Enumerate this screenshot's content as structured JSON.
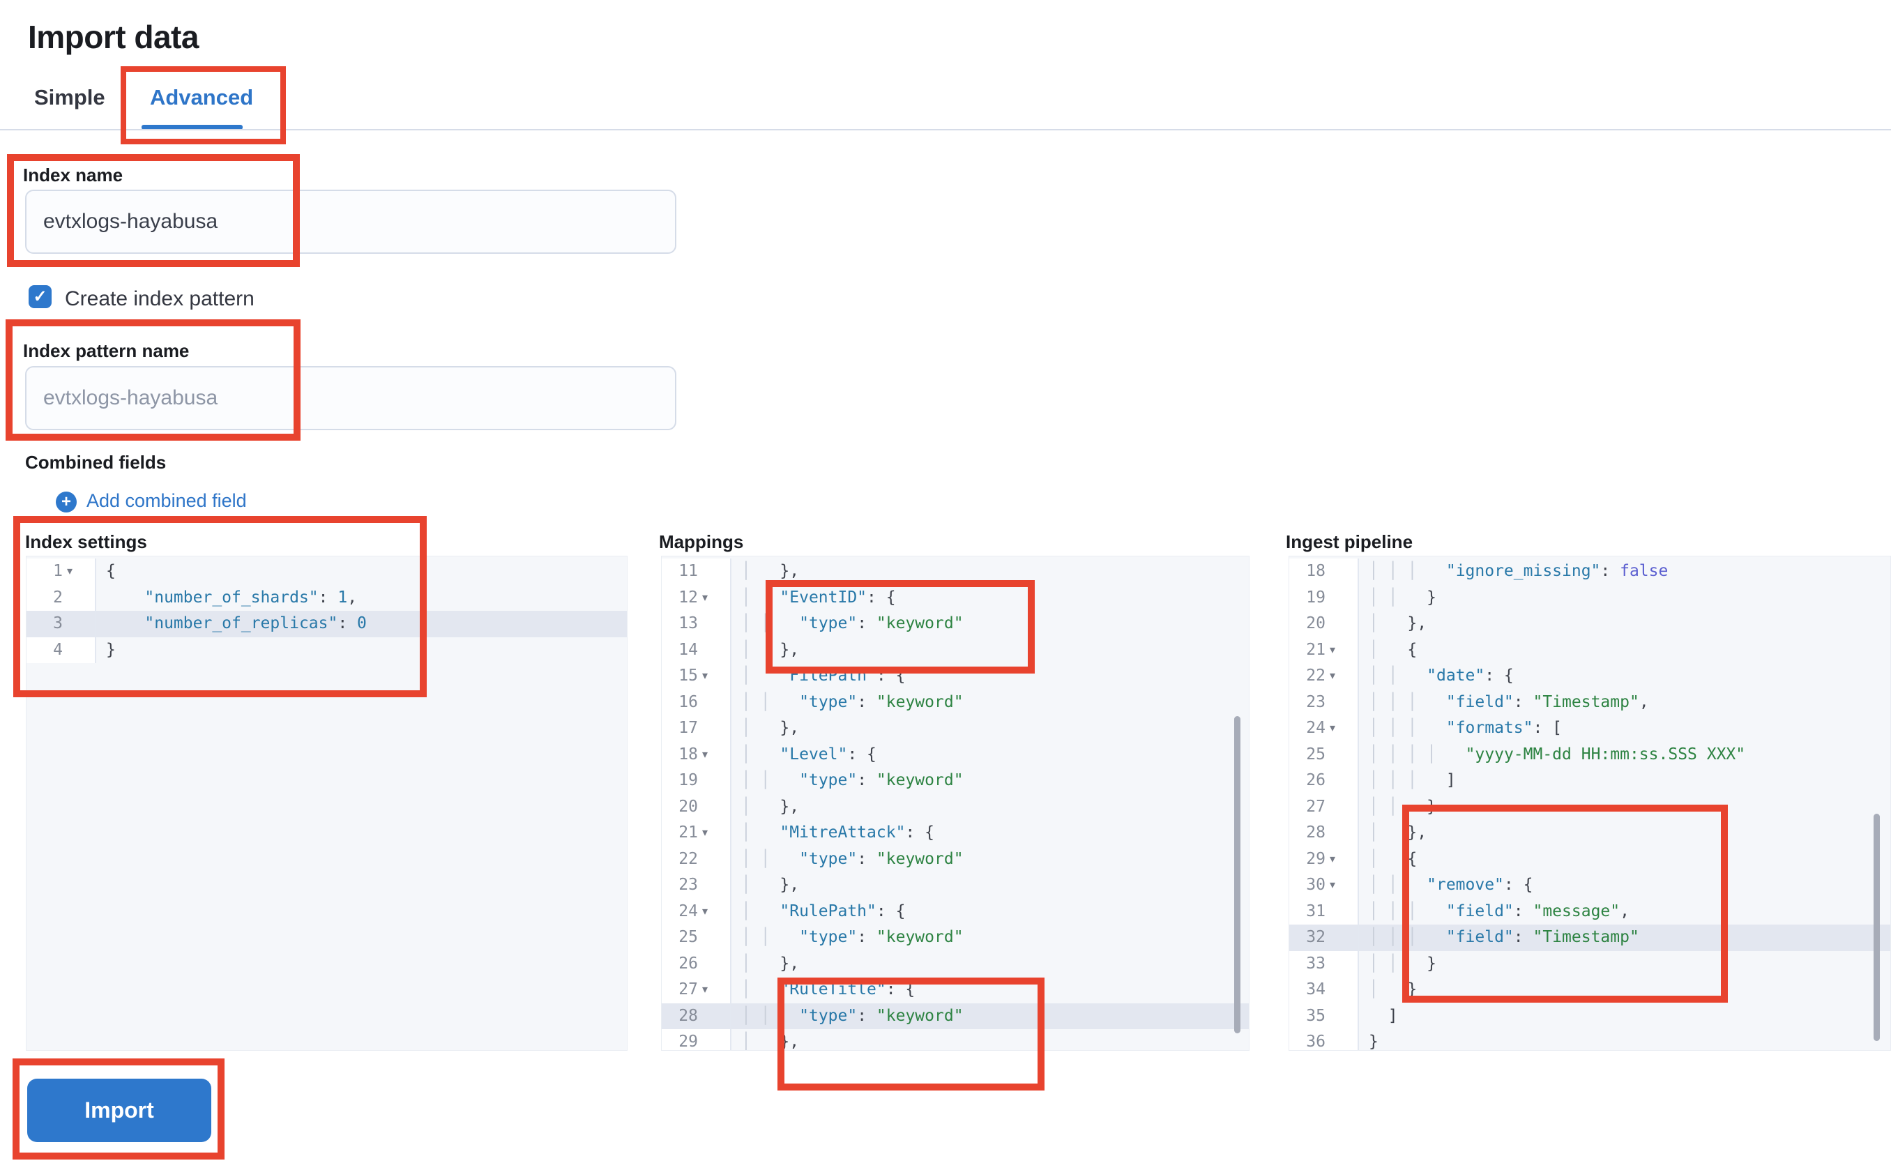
{
  "page": {
    "title": "Import data"
  },
  "tabs": {
    "items": [
      {
        "label": "Simple",
        "active": false
      },
      {
        "label": "Advanced",
        "active": true
      }
    ]
  },
  "form": {
    "index_name": {
      "label": "Index name",
      "value": "evtxlogs-hayabusa"
    },
    "create_index_pattern": {
      "label": "Create index pattern",
      "checked": true,
      "check_icon": "checkmark-icon"
    },
    "index_pattern_name": {
      "label": "Index pattern name",
      "placeholder": "evtxlogs-hayabusa"
    },
    "combined_fields": {
      "heading": "Combined fields",
      "add_link": "Add combined field",
      "add_icon": "plus-circle-icon"
    }
  },
  "editors": [
    {
      "label": "Index settings",
      "highlight_line": 3,
      "lines": [
        {
          "n": 1,
          "fold": true,
          "text": "{"
        },
        {
          "n": 2,
          "fold": false,
          "text": "    \"number_of_shards\": 1,"
        },
        {
          "n": 3,
          "fold": false,
          "text": "    \"number_of_replicas\": 0"
        },
        {
          "n": 4,
          "fold": false,
          "text": "}"
        }
      ]
    },
    {
      "label": "Mappings",
      "highlight_line": 28,
      "lines": [
        {
          "n": 11,
          "fold": false,
          "text": "│   },"
        },
        {
          "n": 12,
          "fold": true,
          "text": "│   \"EventID\": {"
        },
        {
          "n": 13,
          "fold": false,
          "text": "│ │   \"type\": \"keyword\""
        },
        {
          "n": 14,
          "fold": false,
          "text": "│   },"
        },
        {
          "n": 15,
          "fold": true,
          "text": "│   \"FilePath\": {"
        },
        {
          "n": 16,
          "fold": false,
          "text": "│ │   \"type\": \"keyword\""
        },
        {
          "n": 17,
          "fold": false,
          "text": "│   },"
        },
        {
          "n": 18,
          "fold": true,
          "text": "│   \"Level\": {"
        },
        {
          "n": 19,
          "fold": false,
          "text": "│ │   \"type\": \"keyword\""
        },
        {
          "n": 20,
          "fold": false,
          "text": "│   },"
        },
        {
          "n": 21,
          "fold": true,
          "text": "│   \"MitreAttack\": {"
        },
        {
          "n": 22,
          "fold": false,
          "text": "│ │   \"type\": \"keyword\""
        },
        {
          "n": 23,
          "fold": false,
          "text": "│   },"
        },
        {
          "n": 24,
          "fold": true,
          "text": "│   \"RulePath\": {"
        },
        {
          "n": 25,
          "fold": false,
          "text": "│ │   \"type\": \"keyword\""
        },
        {
          "n": 26,
          "fold": false,
          "text": "│   },"
        },
        {
          "n": 27,
          "fold": true,
          "text": "│   \"RuleTitle\": {"
        },
        {
          "n": 28,
          "fold": false,
          "text": "│ │   \"type\": \"keyword\""
        },
        {
          "n": 29,
          "fold": false,
          "text": "│   },"
        }
      ]
    },
    {
      "label": "Ingest pipeline",
      "highlight_line": 32,
      "lines": [
        {
          "n": 18,
          "fold": false,
          "text": "│ │ │   \"ignore_missing\": false"
        },
        {
          "n": 19,
          "fold": false,
          "text": "│ │   }"
        },
        {
          "n": 20,
          "fold": false,
          "text": "│   },"
        },
        {
          "n": 21,
          "fold": true,
          "text": "│   {"
        },
        {
          "n": 22,
          "fold": true,
          "text": "│ │   \"date\": {"
        },
        {
          "n": 23,
          "fold": false,
          "text": "│ │ │   \"field\": \"Timestamp\","
        },
        {
          "n": 24,
          "fold": true,
          "text": "│ │ │   \"formats\": ["
        },
        {
          "n": 25,
          "fold": false,
          "text": "│ │ │ │   \"yyyy-MM-dd HH:mm:ss.SSS XXX\""
        },
        {
          "n": 26,
          "fold": false,
          "text": "│ │ │   ]"
        },
        {
          "n": 27,
          "fold": false,
          "text": "│ │   }"
        },
        {
          "n": 28,
          "fold": false,
          "text": "│   },"
        },
        {
          "n": 29,
          "fold": true,
          "text": "│   {"
        },
        {
          "n": 30,
          "fold": true,
          "text": "│ │   \"remove\": {"
        },
        {
          "n": 31,
          "fold": false,
          "text": "│ │ │   \"field\": \"message\","
        },
        {
          "n": 32,
          "fold": false,
          "text": "│ │ │   \"field\": \"Timestamp\""
        },
        {
          "n": 33,
          "fold": false,
          "text": "│ │   }"
        },
        {
          "n": 34,
          "fold": false,
          "text": "│   }"
        },
        {
          "n": 35,
          "fold": false,
          "text": "  ]"
        },
        {
          "n": 36,
          "fold": false,
          "text": "}"
        }
      ]
    }
  ],
  "import_button": {
    "label": "Import"
  },
  "colors": {
    "primary_blue": "#2e78cc",
    "tab_link_blue": "#2e75c8",
    "annotation_red": "#e8432e",
    "editor_background": "#f5f7fa",
    "editor_highlight_row": "#e3e7f0",
    "syntax_key": "#2878a8",
    "syntax_string": "#2d8342",
    "syntax_boolean": "#5b5fd0",
    "syntax_number": "#2878a8",
    "text_dark": "#1a1c21"
  }
}
